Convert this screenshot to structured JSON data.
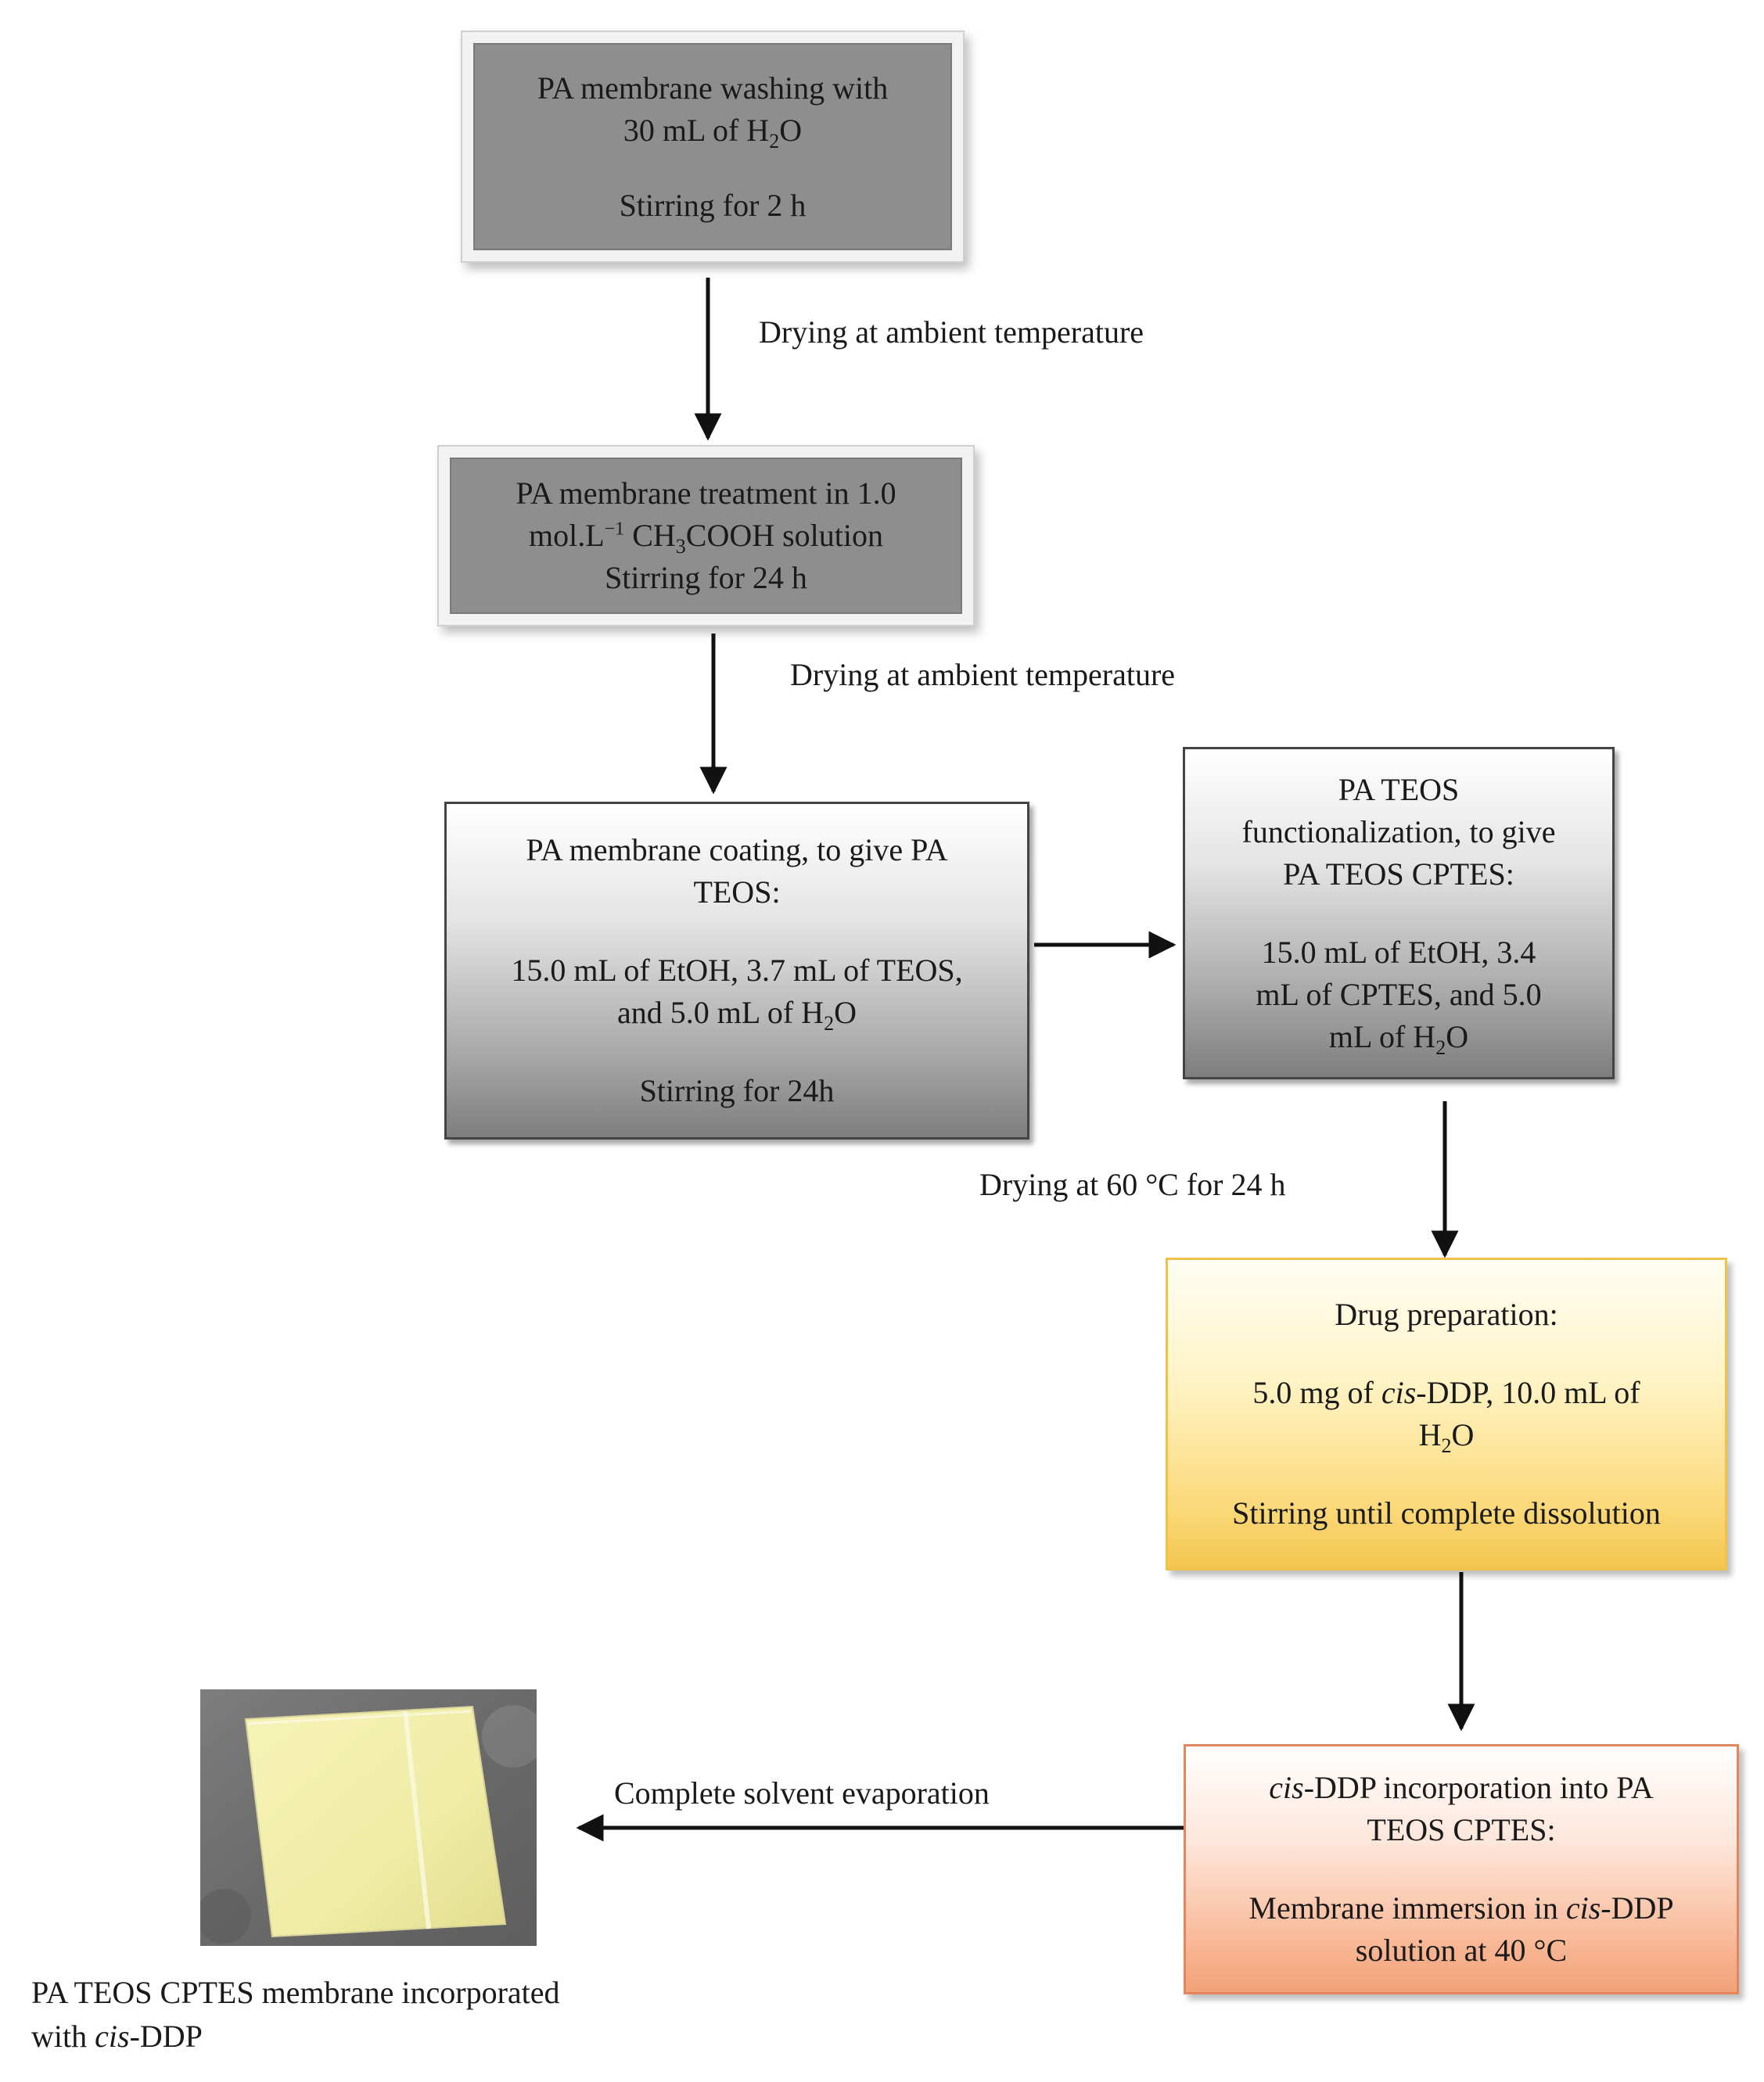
{
  "steps": {
    "s1": {
      "line1": "PA membrane washing with",
      "line2_pre": "30 mL of H",
      "line2_sub": "2",
      "line2_post": "O",
      "line3": "Stirring for 2 h"
    },
    "s2": {
      "line1": "PA membrane treatment in 1.0",
      "line2_pre": "mol.L",
      "line2_sup": "−1",
      "line2_mid": " CH",
      "line2_sub1": "3",
      "line2_mid2": "COOH solution",
      "line3": "Stirring for 24 h"
    },
    "s3": {
      "line1": "PA membrane coating, to give PA",
      "line2": "TEOS:",
      "line3": "15.0 mL of EtOH, 3.7 mL of TEOS,",
      "line4_pre": "and 5.0 mL of H",
      "line4_sub": "2",
      "line4_post": "O",
      "line5": "Stirring for 24h"
    },
    "s4": {
      "line1": "PA TEOS",
      "line2": "functionalization, to give",
      "line3": "PA TEOS CPTES:",
      "line4": "15.0 mL of EtOH, 3.4",
      "line5": "mL of CPTES, and 5.0",
      "line6_pre": "mL of H",
      "line6_sub": "2",
      "line6_post": "O"
    },
    "s5": {
      "line1": "Drug preparation:",
      "line2_pre": "5.0 mg of ",
      "line2_it": "cis",
      "line2_post": "-DDP, 10.0 mL of",
      "line3_pre": "H",
      "line3_sub": "2",
      "line3_post": "O",
      "line4": "Stirring until complete dissolution"
    },
    "s6": {
      "line1_it": "cis",
      "line1_post": "-DDP incorporation into PA",
      "line2": "TEOS CPTES:",
      "line3_pre": "Membrane immersion in ",
      "line3_it": "cis",
      "line3_post": "-DDP",
      "line4": "solution at 40 °C"
    }
  },
  "arrow_labels": {
    "a1": "Drying at ambient temperature",
    "a2": "Drying at ambient temperature",
    "a3": "Drying at 60 °C for 24 h",
    "a4": "Complete solvent evaporation"
  },
  "result": {
    "caption_line1": "PA TEOS CPTES membrane incorporated",
    "caption_line2_pre": "with ",
    "caption_line2_it": "cis",
    "caption_line2_post": "-DDP"
  },
  "colors": {
    "gray": "#8e8e8e",
    "yellow": "#fbd97a",
    "salmon": "#f2a178",
    "arrow": "#111111",
    "membrane": "#efeca6"
  }
}
